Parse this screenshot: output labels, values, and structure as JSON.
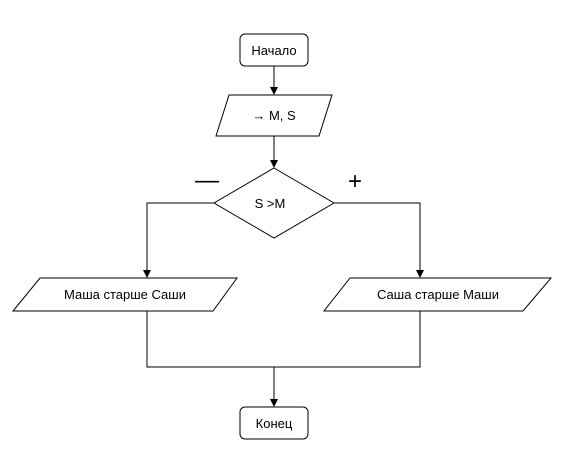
{
  "nodes": {
    "start": "Начало",
    "input": "→ M, S",
    "condition": "S >M",
    "output_false": "Маша старше Саши",
    "output_true": "Саша старше Маши",
    "end": "Конец"
  },
  "branches": {
    "false_label": "—",
    "true_label": "+"
  },
  "colors": {
    "stroke": "#000000",
    "fill": "#ffffff",
    "text": "#000000"
  }
}
